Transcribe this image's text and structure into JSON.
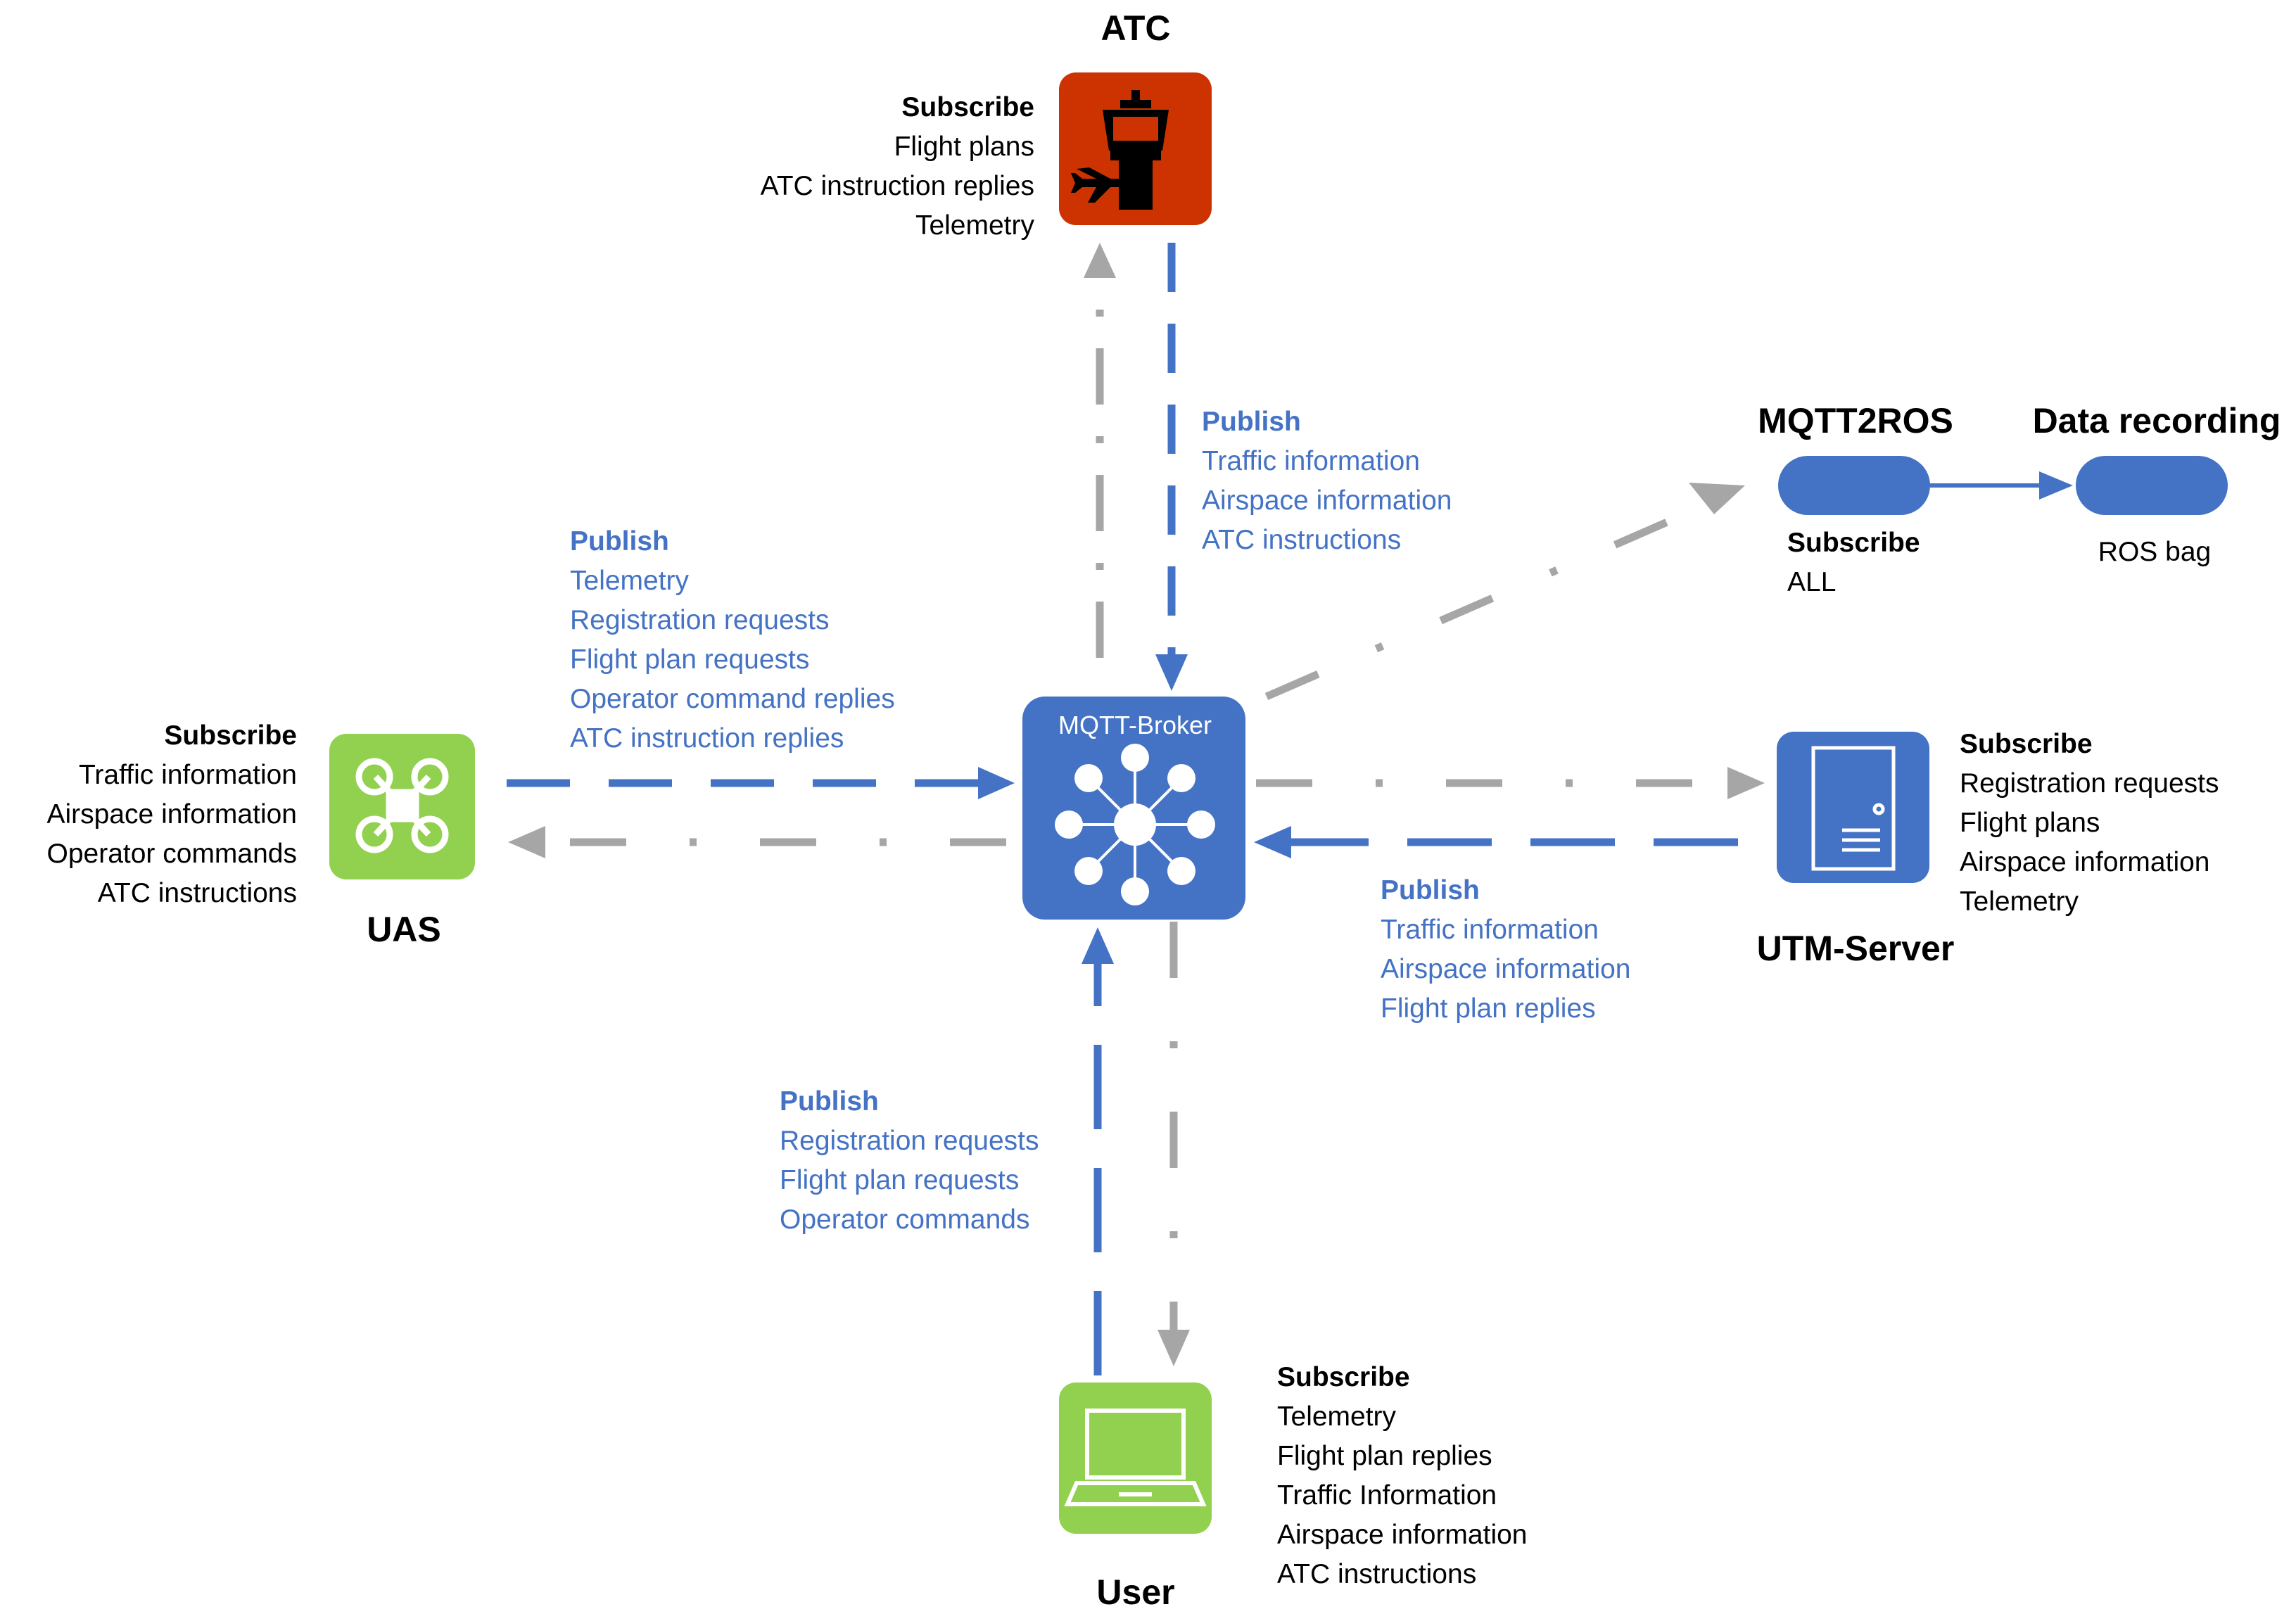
{
  "colors": {
    "blue": "#4472c4",
    "gray": "#a6a6a6",
    "green": "#92d050",
    "atc_red": "#cc3300",
    "white": "#ffffff",
    "black": "#000000"
  },
  "nodes": {
    "atc": {
      "title": "ATC",
      "icon": "control-tower-icon"
    },
    "broker": {
      "label": "MQTT-Broker",
      "icon": "hub-network-icon"
    },
    "uas": {
      "title": "UAS",
      "icon": "drone-icon"
    },
    "user": {
      "title": "User",
      "icon": "laptop-icon"
    },
    "utm": {
      "title": "UTM-Server",
      "icon": "server-icon"
    },
    "mqtt2ros": {
      "title": "MQTT2ROS",
      "icon": "pill-node-icon"
    },
    "recording": {
      "title": "Data recording",
      "icon": "pill-node-icon"
    }
  },
  "labels": {
    "atc_sub": {
      "heading": "Subscribe",
      "items": [
        "Flight plans",
        "ATC instruction replies",
        "Telemetry"
      ]
    },
    "atc_pub": {
      "heading": "Publish",
      "items": [
        "Traffic information",
        "Airspace information",
        "ATC instructions"
      ]
    },
    "uas_pub": {
      "heading": "Publish",
      "items": [
        "Telemetry",
        "Registration requests",
        "Flight plan requests",
        "Operator command replies",
        "ATC instruction replies"
      ]
    },
    "uas_sub": {
      "heading": "Subscribe",
      "items": [
        "Traffic information",
        "Airspace information",
        "Operator commands",
        "ATC instructions"
      ]
    },
    "mqtt2ros_sub": {
      "heading": "Subscribe",
      "items": [
        "ALL"
      ]
    },
    "recording_sub": {
      "items": [
        "ROS bag"
      ]
    },
    "utm_sub": {
      "heading": "Subscribe",
      "items": [
        "Registration requests",
        "Flight plans",
        "Airspace information",
        "Telemetry"
      ]
    },
    "utm_pub": {
      "heading": "Publish",
      "items": [
        "Traffic information",
        "Airspace information",
        "Flight plan replies"
      ]
    },
    "user_pub": {
      "heading": "Publish",
      "items": [
        "Registration requests",
        "Flight plan requests",
        "Operator commands"
      ]
    },
    "user_sub": {
      "heading": "Subscribe",
      "items": [
        "Telemetry",
        "Flight plan replies",
        "Traffic Information",
        "Airspace information",
        "ATC instructions"
      ]
    }
  }
}
